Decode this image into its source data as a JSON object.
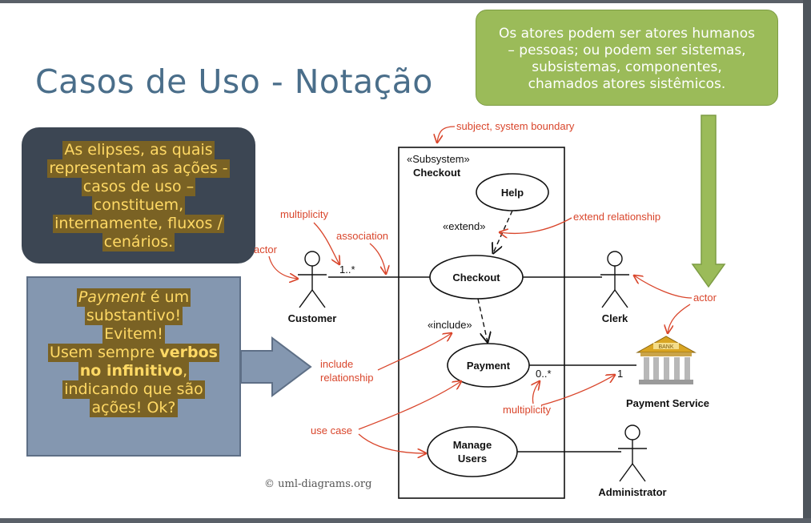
{
  "slide": {
    "title": "Casos de Uso -  Notação",
    "note_green": [
      "Os atores podem ser atores humanos",
      "– pessoas; ou podem ser sistemas,",
      "subsistemas, componentes,",
      "chamados atores sistêmicos."
    ],
    "note_dark": [
      "As elipses, as quais",
      "representam as ações -",
      "casos de uso –",
      "constituem,",
      "internamente, fluxos /",
      "cenários."
    ],
    "note_slate": {
      "l1_em": "Payment",
      "l1_rest": " é um",
      "l2": "substantivo!",
      "l3": "Evitem!",
      "l4_a": "Usem sempre ",
      "l4_b": "verbos",
      "l5_b": "no infinitivo",
      "l5_rest": ",",
      "l6": "indicando que são",
      "l7": "ações! Ok?"
    }
  },
  "diagram": {
    "subsystem_stereotype": "«Subsystem»",
    "subsystem_name": "Checkout",
    "use_cases": {
      "help": "Help",
      "checkout": "Checkout",
      "payment": "Payment",
      "manage_1": "Manage",
      "manage_2": "Users"
    },
    "actors": {
      "customer": "Customer",
      "clerk": "Clerk",
      "payment_service": "Payment Service",
      "administrator": "Administrator"
    },
    "stereotypes": {
      "extend": "«extend»",
      "include": "«include»"
    },
    "multiplicities": {
      "customer_end": "1..*",
      "payment_end": "0..*",
      "service_end": "1"
    },
    "annotations": {
      "subject": "subject, system boundary",
      "multiplicity_top": "multiplicity",
      "association": "association",
      "actor_left": "actor",
      "extend_rel": "extend relationship",
      "actor_right": "actor",
      "include_1": "include",
      "include_2": "relationship",
      "use_case": "use case",
      "multiplicity_bottom": "multiplicity"
    },
    "bank_sign": "BANK",
    "copyright": "© uml-diagrams.org"
  },
  "colors": {
    "title": "#4a6e8a",
    "annotation_red": "#d9462c",
    "green_note": "#9bbb59",
    "dark_note": "#3c4653",
    "slate_note": "#8497b0",
    "highlight_text": "#ffd965",
    "highlight_bg": "#7a6224"
  }
}
